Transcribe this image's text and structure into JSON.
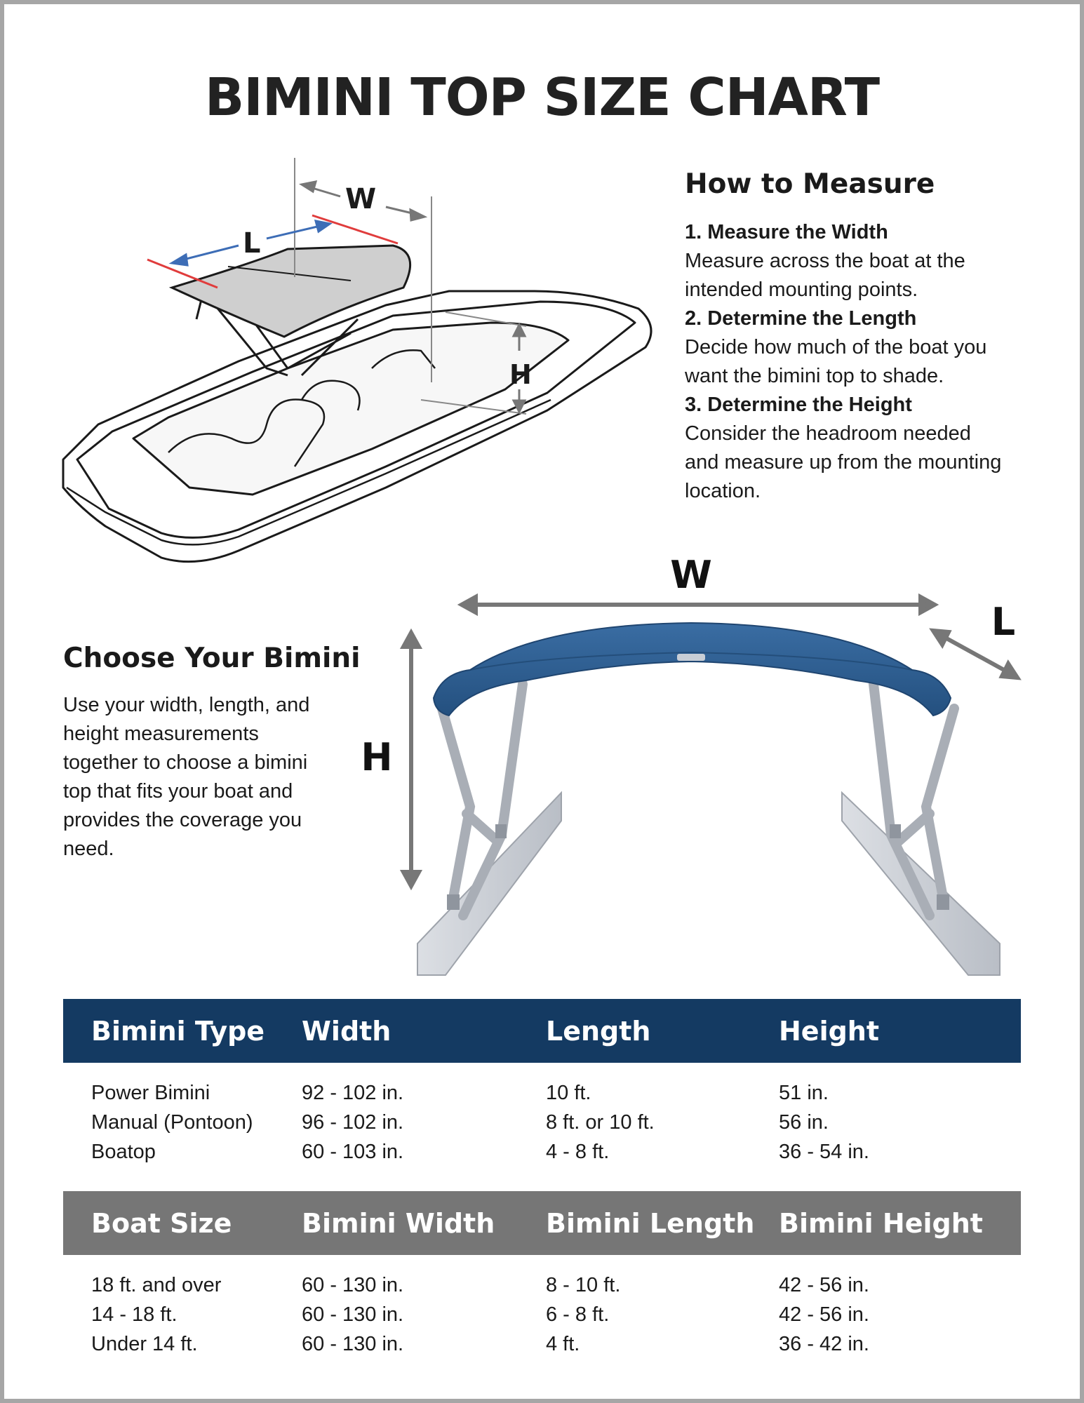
{
  "title": "BIMINI TOP SIZE CHART",
  "diagram_labels": {
    "boat_w": "W",
    "boat_l": "L",
    "boat_h": "H",
    "bimini_w": "W",
    "bimini_l": "L",
    "bimini_h": "H"
  },
  "how_to_measure": {
    "heading": "How to Measure",
    "steps": [
      {
        "title": "1. Measure the Width",
        "lines": [
          "Measure across the boat at the",
          "intended mounting points."
        ]
      },
      {
        "title": "2. Determine the Length",
        "lines": [
          "Decide how much of the boat you",
          "want the bimini top to shade."
        ]
      },
      {
        "title": "3. Determine the Height",
        "lines": [
          "Consider the headroom needed",
          "and measure up from the mounting",
          "location."
        ]
      }
    ]
  },
  "choose": {
    "heading": "Choose Your Bimini",
    "lines": [
      "Use your width, length, and",
      "height measurements",
      "together to choose a bimini",
      "top that fits your boat and",
      "provides the coverage you",
      "need."
    ]
  },
  "table_types": {
    "headers": [
      "Bimini Type",
      "Width",
      "Length",
      "Height"
    ],
    "rows": [
      [
        "Power Bimini",
        "92  - 102 in.",
        "10 ft.",
        "51 in."
      ],
      [
        "Manual (Pontoon)",
        "96 - 102 in.",
        "8 ft. or 10 ft.",
        "56 in."
      ],
      [
        "Boatop",
        "60 - 103 in.",
        "4 - 8 ft.",
        "36 - 54 in."
      ]
    ]
  },
  "table_sizes": {
    "headers": [
      "Boat Size",
      "Bimini Width",
      "Bimini Length",
      "Bimini Height"
    ],
    "rows": [
      [
        "18 ft. and over",
        "60 - 130 in.",
        "8 - 10 ft.",
        "42 - 56 in."
      ],
      [
        "14 - 18 ft.",
        "60 - 130 in.",
        "6 - 8 ft.",
        "42 - 56 in."
      ],
      [
        "Under 14 ft.",
        "60 - 130 in.",
        "4 ft.",
        "36 - 42 in."
      ]
    ]
  },
  "colors": {
    "table_header_blue": "#143a62",
    "table_header_gray": "#767676",
    "canopy_blue": "#2a5b8e",
    "frame_border": "#a6a6a6"
  }
}
